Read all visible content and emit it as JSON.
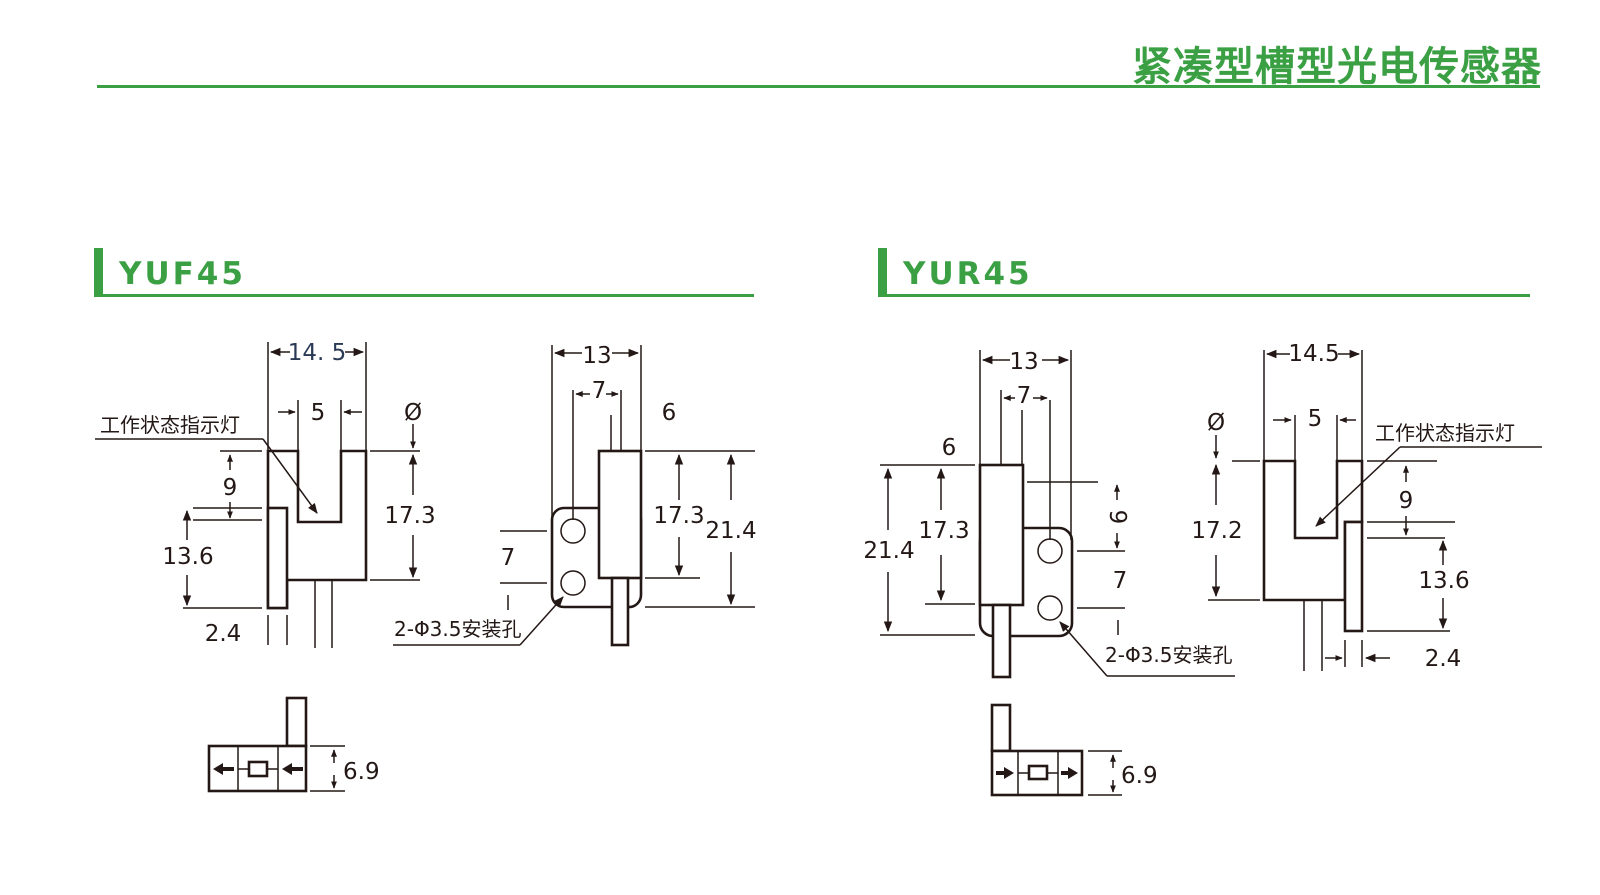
{
  "header": {
    "title": "紧凑型槽型光电传感器",
    "accent_color": "#3aa043"
  },
  "sections": [
    {
      "model": "YUF45",
      "front_view": {
        "width_total": "14. 5",
        "slot_width": "5",
        "indicator_label": "工作状态指示灯",
        "top_offset": "Ø",
        "slot_depth": "9",
        "body_height": "17.3",
        "lens_height": "13.6",
        "lens_thickness": "2.4"
      },
      "side_view": {
        "width_total": "13",
        "hole_spacing_h": "7",
        "cable_width": "6",
        "body_height": "17.3",
        "overall_height": "21.4",
        "hole_spacing_v": "7",
        "mount_hole_label": "2-Φ3.5安装孔"
      },
      "bottom_view": {
        "thickness": "6.9",
        "beam_direction": "left"
      }
    },
    {
      "model": "YUR45",
      "side_view": {
        "width_total": "13",
        "hole_spacing_h": "7",
        "cable_width": "6",
        "overall_height": "21.4",
        "body_height": "17.3",
        "top_hole_offset": "9",
        "hole_spacing_v": "7",
        "mount_hole_label": "2-Φ3.5安装孔"
      },
      "front_view": {
        "width_total": "14.5",
        "slot_width": "5",
        "indicator_label": "工作状态指示灯",
        "top_offset": "Ø",
        "slot_depth": "9",
        "body_height": "17.2",
        "lens_height": "13.6",
        "lens_thickness": "2.4"
      },
      "bottom_view": {
        "thickness": "6.9",
        "beam_direction": "right"
      }
    }
  ]
}
